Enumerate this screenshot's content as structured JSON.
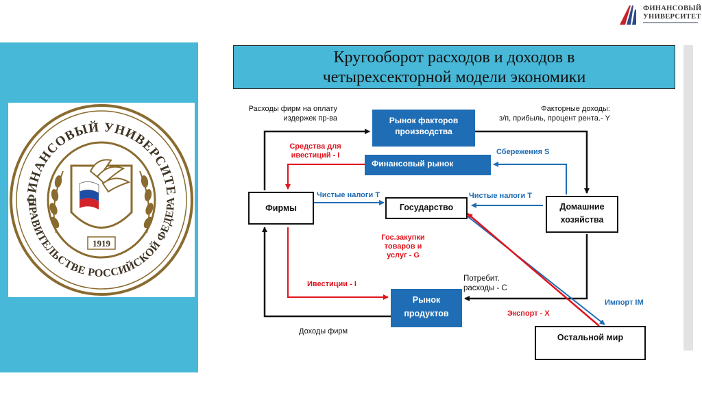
{
  "header": {
    "logo_line1": "ФИНАНСОВЫЙ",
    "logo_line2": "УНИВЕРСИТЕТ"
  },
  "seal": {
    "top_text": "ФИНАНСОВЫЙ УНИВЕРСИТЕТ",
    "bottom_text": "ПРИ ПРАВИТЕЛЬСТВЕ РОССИЙСКОЙ ФЕДЕРАЦИИ",
    "year": "1919"
  },
  "title": {
    "line1": "Кругооборот расходов и доходов в",
    "line2": "четырехсекторной модели экономики"
  },
  "boxes": {
    "factor_market": [
      "Рынок факторов",
      "производства"
    ],
    "financial_market": "Финансовый рынок",
    "firms": "Фирмы",
    "government": "Государство",
    "households": [
      "Домашние",
      "хозяйства"
    ],
    "product_market": [
      "Рынок",
      "продуктов"
    ],
    "rest_of_world": "Остальной мир"
  },
  "labels": {
    "firm_costs": [
      "Расходы фирм на оплату",
      "издержек пр-ва"
    ],
    "factor_income": [
      "Факторные доходы:",
      "з/п, прибыль, процент рента.- Y"
    ],
    "investment_funds": [
      "Средства для",
      "ивестиций - I"
    ],
    "savings": "Сбережения S",
    "net_taxes_firms": "Чистые налоги Т",
    "net_taxes_households": "Чистые налоги Т",
    "gov_purchases": [
      "Гос.закупки",
      "товаров и",
      "услуг - G"
    ],
    "investment": "Ивестиции - I",
    "consumer_spending": [
      "Потребит.",
      "расходы - С"
    ],
    "imports": "Импорт IM",
    "exports": "Экспорт - X",
    "firm_income": "Доходы фирм"
  },
  "colors": {
    "accent": "#47b8d7",
    "box_blue": "#1f6db4",
    "flow_red": "#e0141e",
    "flow_blue": "#1f6db4"
  }
}
